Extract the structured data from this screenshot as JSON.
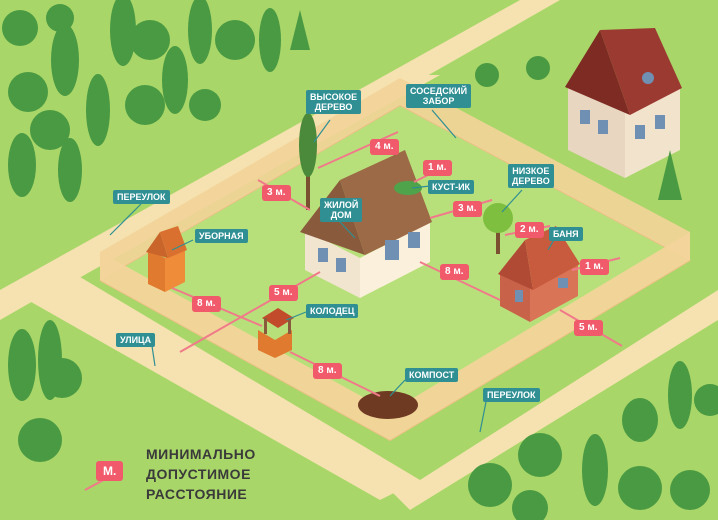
{
  "colors": {
    "grass": "#a8d668",
    "path": "#f5e2b0",
    "fence": "#f3d49a",
    "label_bg": "#2f8f93",
    "distance_bg": "#f05a6a",
    "line": "#f07a8a"
  },
  "labels": {
    "tall_tree": [
      "ВЫСОКОЕ",
      "ДЕРЕВО"
    ],
    "neighbor_fence": [
      "СОСЕДСКИЙ",
      "ЗАБОР"
    ],
    "lane_left": "ПЕРЕУЛОК",
    "shrub": "КУСТ-ИК",
    "low_tree": [
      "НИЗКОЕ",
      "ДЕРЕВО"
    ],
    "house": [
      "ЖИЛОЙ",
      "ДОМ"
    ],
    "toilet": "УБОРНАЯ",
    "bathhouse": "БАНЯ",
    "well": "КОЛОДЕЦ",
    "street": "УЛИЦА",
    "compost": "КОМПОСТ",
    "lane_right": "ПЕРЕУЛОК"
  },
  "distances": {
    "tall_tree_to_fence": "4 м.",
    "shrub_to_fence": "1 м.",
    "tall_tree_to_house": "3 м.",
    "house_to_low_tree": "3 м.",
    "low_tree_to_bath": "2 м.",
    "bath_to_fence": "1 м.",
    "house_to_bath": "8 м.",
    "toilet_to_house": "5 м.",
    "toilet_to_well": "8 м.",
    "well_to_compost": "8 м.",
    "bath_to_fence_low": "5 м."
  },
  "legend": {
    "badge": "М.",
    "lines": [
      "МИНИМАЛЬНО",
      "ДОПУСТИМОЕ",
      "РАССТОЯНИЕ"
    ]
  }
}
